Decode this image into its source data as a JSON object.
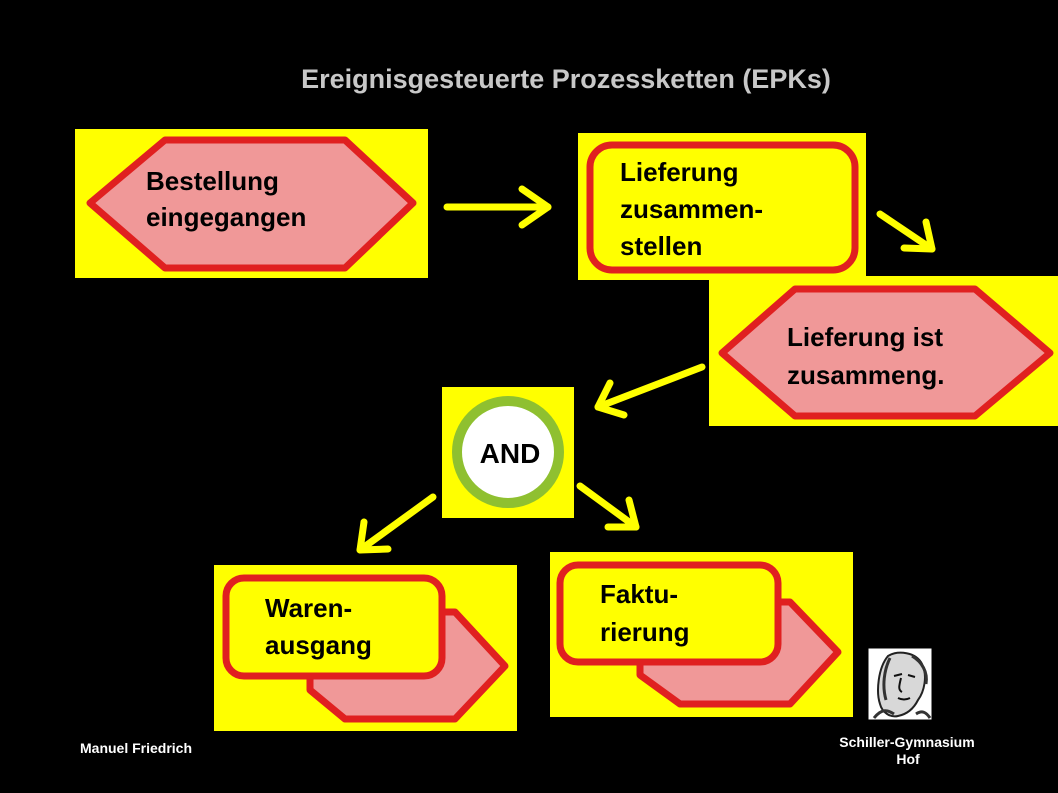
{
  "title": "Ereignisgesteuerte Prozessketten (EPKs)",
  "nodes": {
    "event_order": {
      "type": "event",
      "lines": [
        "Bestellung",
        "eingegangen"
      ]
    },
    "func_assemble": {
      "type": "function",
      "lines": [
        "Lieferung",
        "zusammen-",
        "stellen"
      ]
    },
    "event_assembled": {
      "type": "event",
      "lines": [
        "Lieferung ist",
        "zusammeng."
      ]
    },
    "connector": {
      "type": "connector",
      "label": "AND"
    },
    "func_goods_out": {
      "type": "function",
      "lines": [
        "Waren-",
        "ausgang"
      ]
    },
    "func_invoice": {
      "type": "function",
      "lines": [
        "Faktu-",
        "rierung"
      ]
    }
  },
  "footer": {
    "author": "Manuel  Friedrich",
    "school_line1": "Schiller-Gymnasium",
    "school_line2": "Hof"
  },
  "colors": {
    "background": "#000000",
    "panel": "#ffff00",
    "event_fill": "#f09898",
    "function_fill": "#ffff00",
    "stroke": "#e02020",
    "arrow": "#ffff00",
    "connector_ring": "#8fc030",
    "title": "#c8c8c8"
  },
  "icons": {
    "portrait": "portrait-sketch-icon"
  }
}
